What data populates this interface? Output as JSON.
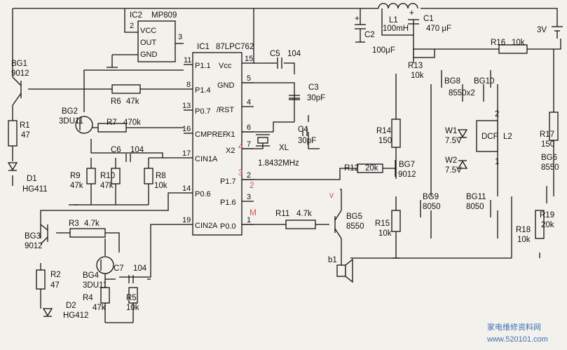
{
  "diagram": {
    "ics": [
      {
        "ref": "IC2",
        "part": "MP809",
        "pins": {
          "vcc": "VCC",
          "out": "OUT",
          "gnd": "GND",
          "n2": "2",
          "n3": "3"
        }
      },
      {
        "ref": "IC1",
        "part": "87LPC762"
      }
    ],
    "ic1_left_pins": [
      {
        "num": "11",
        "name": "P1.1"
      },
      {
        "num": "8",
        "name": "P1.4"
      },
      {
        "num": "13",
        "name": "P0.7"
      },
      {
        "num": "16",
        "name": "CMPREF"
      },
      {
        "num": "17",
        "name": "CIN1A"
      },
      {
        "num": "14",
        "name": "P0.6"
      },
      {
        "num": "19",
        "name": "CIN2A"
      }
    ],
    "ic1_right_pins": [
      {
        "num": "15",
        "name": "Vcc"
      },
      {
        "num": "5",
        "name": "GND"
      },
      {
        "num": "4",
        "name": "/RST"
      },
      {
        "num": "6",
        "name": "X1"
      },
      {
        "num": "7",
        "name": "X2"
      },
      {
        "num": "2",
        "name": "P1.7"
      },
      {
        "num": "3",
        "name": "P1.6"
      },
      {
        "num": "1",
        "name": "P0.0"
      }
    ],
    "resistors": [
      {
        "ref": "R1",
        "value": "47"
      },
      {
        "ref": "R2",
        "value": "47"
      },
      {
        "ref": "R3",
        "value": "4.7k"
      },
      {
        "ref": "R4",
        "value": "47k"
      },
      {
        "ref": "R5",
        "value": "10k"
      },
      {
        "ref": "R6",
        "value": "47k"
      },
      {
        "ref": "R7",
        "value": "470k"
      },
      {
        "ref": "R8",
        "value": "10k"
      },
      {
        "ref": "R9",
        "value": "47k"
      },
      {
        "ref": "R10",
        "value": "47k"
      },
      {
        "ref": "R11",
        "value": "4.7k"
      },
      {
        "ref": "R12",
        "value": "20k"
      },
      {
        "ref": "R13",
        "value": "10k"
      },
      {
        "ref": "R14",
        "value": "150"
      },
      {
        "ref": "R15",
        "value": "10k"
      },
      {
        "ref": "R16",
        "value": "10k"
      },
      {
        "ref": "R17",
        "value": "150"
      },
      {
        "ref": "R18",
        "value": "10k"
      },
      {
        "ref": "R19",
        "value": "20k"
      }
    ],
    "capacitors": [
      {
        "ref": "C1",
        "value": "470 μF"
      },
      {
        "ref": "C2",
        "value": "100μF"
      },
      {
        "ref": "C3",
        "value": "30pF"
      },
      {
        "ref": "C4",
        "value": "30pF"
      },
      {
        "ref": "C5",
        "value": "104"
      },
      {
        "ref": "C6",
        "value": "104"
      },
      {
        "ref": "C7",
        "value": "104"
      }
    ],
    "transistors": [
      {
        "ref": "BG1",
        "part": "9012"
      },
      {
        "ref": "BG2",
        "part": "3DU11"
      },
      {
        "ref": "BG3",
        "part": "9012"
      },
      {
        "ref": "BG4",
        "part": "3DU11"
      },
      {
        "ref": "BG5",
        "part": "8550"
      },
      {
        "ref": "BG6",
        "part": "8550"
      },
      {
        "ref": "BG7",
        "part": "9012"
      },
      {
        "ref": "BG8",
        "part": "8550x2"
      },
      {
        "ref": "BG9",
        "part": "8050"
      },
      {
        "ref": "BG10",
        "part": ""
      },
      {
        "ref": "BG11",
        "part": "8050"
      }
    ],
    "diodes": [
      {
        "ref": "D1",
        "part": "HG411"
      },
      {
        "ref": "D2",
        "part": "HG412"
      },
      {
        "ref": "W1",
        "part": "7.5V"
      },
      {
        "ref": "W2",
        "part": "7.5V"
      }
    ],
    "inductor": {
      "ref": "L1",
      "value": "100mH"
    },
    "crystal": {
      "ref": "XL",
      "value": "1.8432MHz"
    },
    "relay": {
      "ref": "DCF",
      "coil": "L2",
      "pin1": "1",
      "pin2": "2"
    },
    "buzzer": {
      "ref": "b1"
    },
    "battery": {
      "label": "3V"
    },
    "plus_sign": "+",
    "watermark": {
      "cn": "家电维修资料网",
      "url": "www.520101.com"
    },
    "ghost_marks": [
      "4",
      "3",
      "2",
      "M",
      "v"
    ]
  }
}
